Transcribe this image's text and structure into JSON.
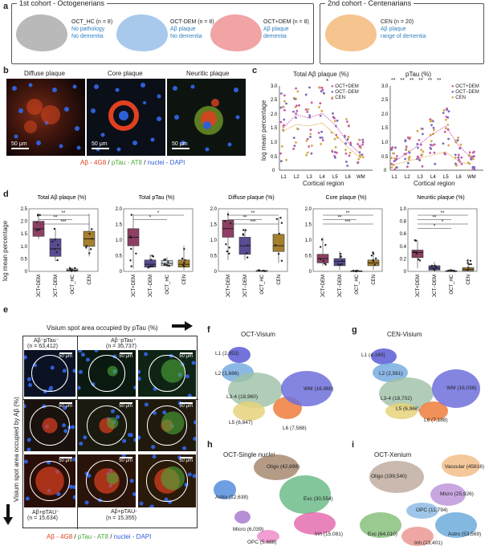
{
  "panel_a": {
    "label": "a",
    "cohort1_title": "1st cohort - Octogenerians",
    "cohort2_title": "2nd cohort - Centenarians",
    "groups": [
      {
        "name": "OCT_HC (n = 8)",
        "line1": "No pathology",
        "line2": "No dementia",
        "color": "#b9b9b9",
        "textcolor": "#2e7fc1"
      },
      {
        "name": "OCT-DEM (n = 8)",
        "line1": "Aβ plaque",
        "line2": "No dementia",
        "color": "#a9c9ec",
        "textcolor": "#2e7fc1"
      },
      {
        "name": "OCT+DEM (n = 8)",
        "line1": "Aβ plaque",
        "line2": "dementia",
        "color": "#f0a4a4",
        "textcolor": "#2e7fc1"
      },
      {
        "name": "CEN (n = 20)",
        "line1": "Aβ plaque",
        "line2": "range of dementia",
        "color": "#f6c48f",
        "textcolor": "#2e7fc1"
      }
    ]
  },
  "panel_b": {
    "label": "b",
    "titles": [
      "Diffuse plaque",
      "Core plaque",
      "Neuritic plaque"
    ],
    "scalebar": "50 μm",
    "legend_ab": "Aβ - 4G8",
    "legend_ptau": "pTau - AT8",
    "legend_nuclei": "nuclei - DAPI",
    "sep": "/"
  },
  "panel_c": {
    "label": "c",
    "ylabel": "log mean percentage",
    "xlabel": "Cortical region",
    "left_title": "Total Aβ plaque (%)",
    "right_title": "pTau (%)",
    "legend": [
      "OCT+DEM",
      "OCT−DEM",
      "CEN"
    ],
    "left_sig": "*",
    "right_sig": [
      "**",
      "**",
      "**",
      "**",
      "**",
      "**"
    ]
  },
  "panel_d": {
    "label": "d",
    "ylabel": "log mean percentage",
    "groups": [
      "OCT+DEM",
      "OCT−DEM",
      "OCT_HC",
      "CEN"
    ]
  },
  "panel_e": {
    "label": "e",
    "top_axis": "Visium spot area occupied by pTau (%)",
    "side_axis": "Visium spot area occupied by Aβ (%)",
    "q1_title": "Aβ⁻pTau⁻",
    "q1_n": "(n = 63,412)",
    "q2_title": "Aβ⁻pTau⁺",
    "q2_n": "(n = 35,737)",
    "q3_title": "Aβ+pTAU⁻",
    "q3_n": "(n = 15,634)",
    "q4_title": "Aβ+pTAU-",
    "q4_n": "(n = 15,355)",
    "scalebar": "50 μm",
    "legend_ab": "Aβ - 4G8",
    "legend_ptau": "pTau - AT8",
    "legend_nuclei": "nuclei - DAPI",
    "sep": "/"
  },
  "panel_f": {
    "label": "f",
    "title": "OCT-Visium",
    "clusters": [
      "L1 (2,953)",
      "L2 (1,686)",
      "L3-4 (18,960)",
      "L5 (6,847)",
      "L6 (7,588)",
      "WM (16,960)"
    ]
  },
  "panel_g": {
    "label": "g",
    "title": "CEN-Visium",
    "clusters": [
      "L1 (4,160)",
      "L2 (2,561)",
      "L3-4 (18,702)",
      "L5 (6,966)",
      "L6 (7,188)",
      "WM (16,038)"
    ]
  },
  "panel_h": {
    "label": "h",
    "title": "OCT-Single nuclei",
    "clusters": [
      "Oligo (42,698)",
      "Astro (12,638)",
      "Exc (30,554)",
      "Micro (6,039)",
      "Inh (15,081)",
      "OPC (5,688)"
    ]
  },
  "panel_i": {
    "label": "i",
    "title": "OCT-Xenium",
    "clusters": [
      "Vascular (45816)",
      "Oligo (199,540)",
      "Micro (25,926)",
      "OPC (11,794)",
      "Exc (64,010)",
      "Astro (53,569)",
      "Inh (23,401)"
    ]
  },
  "colors": {
    "octdem_plus": "#c95aa7",
    "octdem_minus": "#7a6bbf",
    "cen": "#d6a94a",
    "box_plus": "#8e3f63",
    "box_minus": "#5a4b93",
    "box_hc": "#cfd7dd",
    "box_cen": "#a57f2e",
    "ab_red": "#e0401f",
    "ptau_green": "#4caa3a",
    "nuclei_blue": "#2f5fd6"
  }
}
